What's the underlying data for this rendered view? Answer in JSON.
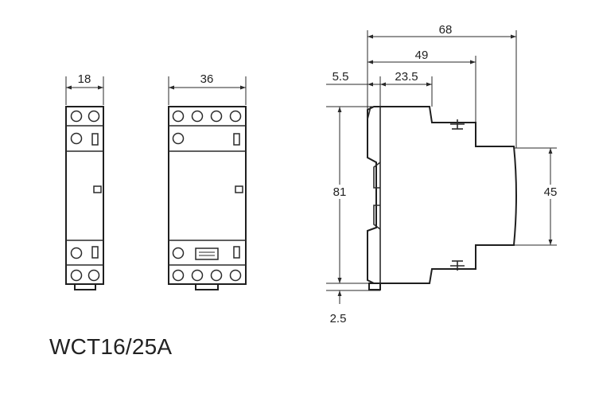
{
  "title": "WCT16/25A",
  "dimensions": {
    "width_1p": "18",
    "width_2p": "36",
    "depth_total": "68",
    "depth_mid": "49",
    "depth_front": "23.5",
    "offset_front": "5.5",
    "height_total": "81",
    "height_body": "45",
    "base_offset": "2.5"
  }
}
